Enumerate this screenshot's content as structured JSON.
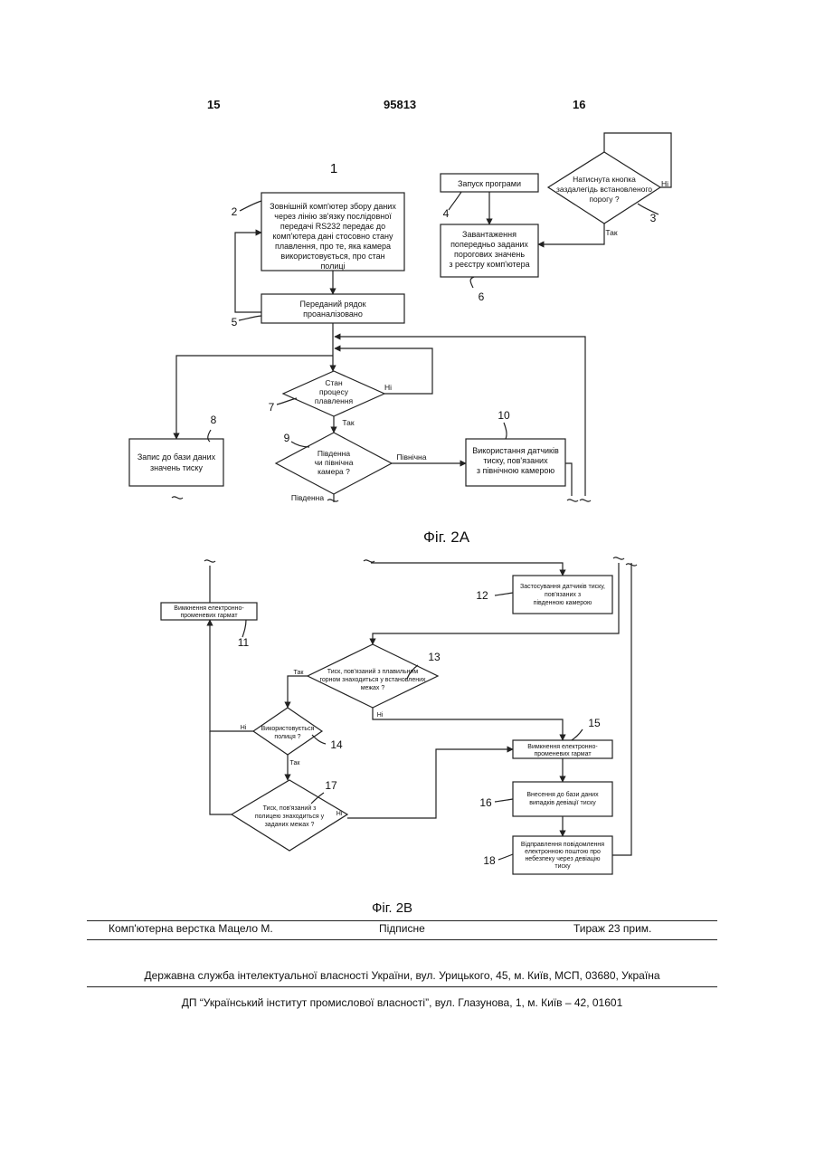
{
  "header": {
    "left": "15",
    "center": "95813",
    "right": "16"
  },
  "fig_a": {
    "title": "Фіг. 2А",
    "marker": "1",
    "box2": [
      "Зовнішній комп'ютер збору даних",
      "через лінію зв'язку послідовної",
      "передачі RS232 передає до",
      "комп'ютера дані стосовно стану",
      "плавлення, про те, яка камера",
      "використовується, про стан",
      "полиці"
    ],
    "box4": "Запуск програми",
    "diamond3": [
      "Натиснута кнопка",
      "заздалегідь встановленого",
      "порогу ?"
    ],
    "box6": [
      "Завантаження",
      "попередньо заданих",
      "порогових значень",
      "з реєстру комп'ютера"
    ],
    "box5": [
      "Переданий рядок",
      "проаналізовано"
    ],
    "diamond7": [
      "Стан",
      "процесу",
      "плавлення"
    ],
    "diamond9": [
      "Південна",
      "чи північна",
      "камера ?"
    ],
    "box8": [
      "Запис до бази даних",
      "значень тиску"
    ],
    "box10": [
      "Використання датчиків",
      "тиску, пов'язаних",
      "з північною камерою"
    ],
    "labels": {
      "yes": "Так",
      "no": "Ні",
      "north": "Північна",
      "south": "Південна"
    },
    "refs": {
      "r2": "2",
      "r3": "3",
      "r4": "4",
      "r5": "5",
      "r6": "6",
      "r7": "7",
      "r8": "8",
      "r9": "9",
      "r10": "10"
    }
  },
  "fig_b": {
    "title": "Фіг. 2В",
    "box11": [
      "Вимкнення електронно-",
      "променевих гармат"
    ],
    "box12": [
      "Застосування датчиків тиску,",
      "пов'язаних з",
      "південною камерою"
    ],
    "diamond13": [
      "Тиск, пов'язаний з плавильним",
      "горном знаходиться у встановлених",
      "межах ?"
    ],
    "diamond14": [
      "Використовується",
      "полиця ?"
    ],
    "box15": [
      "Вимкнення електронно-",
      "променевих гармат"
    ],
    "box16": [
      "Внесення до бази даних",
      "випадків девіації тиску"
    ],
    "diamond17": [
      "Тиск, пов'язаний з",
      "полицею знаходиться у",
      "заданих межах ?"
    ],
    "box18": [
      "Відправлення повідомлення",
      "електронною поштою про",
      "небезпеку через девіацію",
      "тиску"
    ],
    "labels": {
      "yes": "Так",
      "no": "Ні"
    },
    "refs": {
      "r11": "11",
      "r12": "12",
      "r13": "13",
      "r14": "14",
      "r15": "15",
      "r16": "16",
      "r17": "17",
      "r18": "18"
    }
  },
  "footer": {
    "compiler": "Комп'ютерна верстка Мацело М.",
    "signed": "Підписне",
    "circulation": "Тираж 23 прим.",
    "agency": "Державна служба інтелектуальної власності України, вул. Урицького, 45, м. Київ, МСП, 03680, Україна",
    "institute": "ДП “Український інститут промислової власності”, вул. Глазунова, 1, м. Київ – 42, 01601"
  }
}
